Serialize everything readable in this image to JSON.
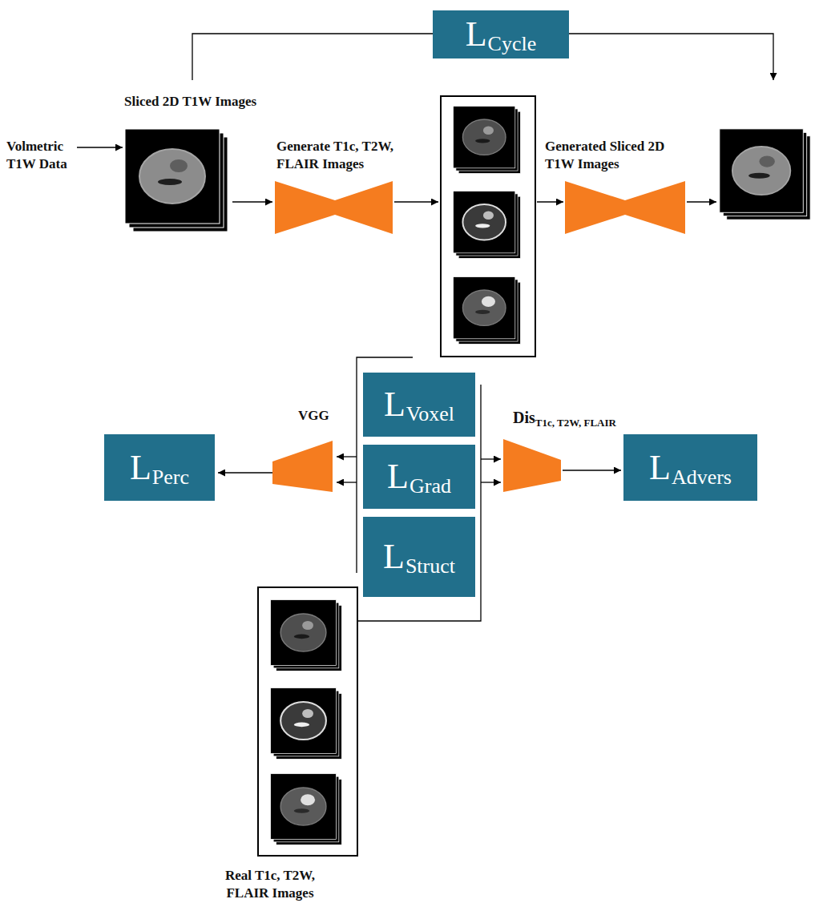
{
  "diagram": {
    "nodes": [
      {
        "text": [
          "L",
          "Cycle"
        ]
      },
      {
        "text": [
          "L",
          "Voxel"
        ]
      },
      {
        "text": [
          "L",
          "Perc"
        ]
      },
      {
        "text": [
          "L",
          "Grad"
        ]
      },
      {
        "text": [
          "L",
          "Advers"
        ]
      },
      {
        "text": [
          "L",
          "Struct"
        ]
      }
    ],
    "labels": [
      "Sliced 2D T1W Images",
      "Volmetric T1W Data",
      "Generate T1c, T2W, FLAIR Images",
      "Generated Sliced 2D T1W Images",
      "VGG",
      "Dis",
      "T1c, T2W, FLAIR",
      "Real T1c, T2W, FLAIR Images"
    ]
  }
}
